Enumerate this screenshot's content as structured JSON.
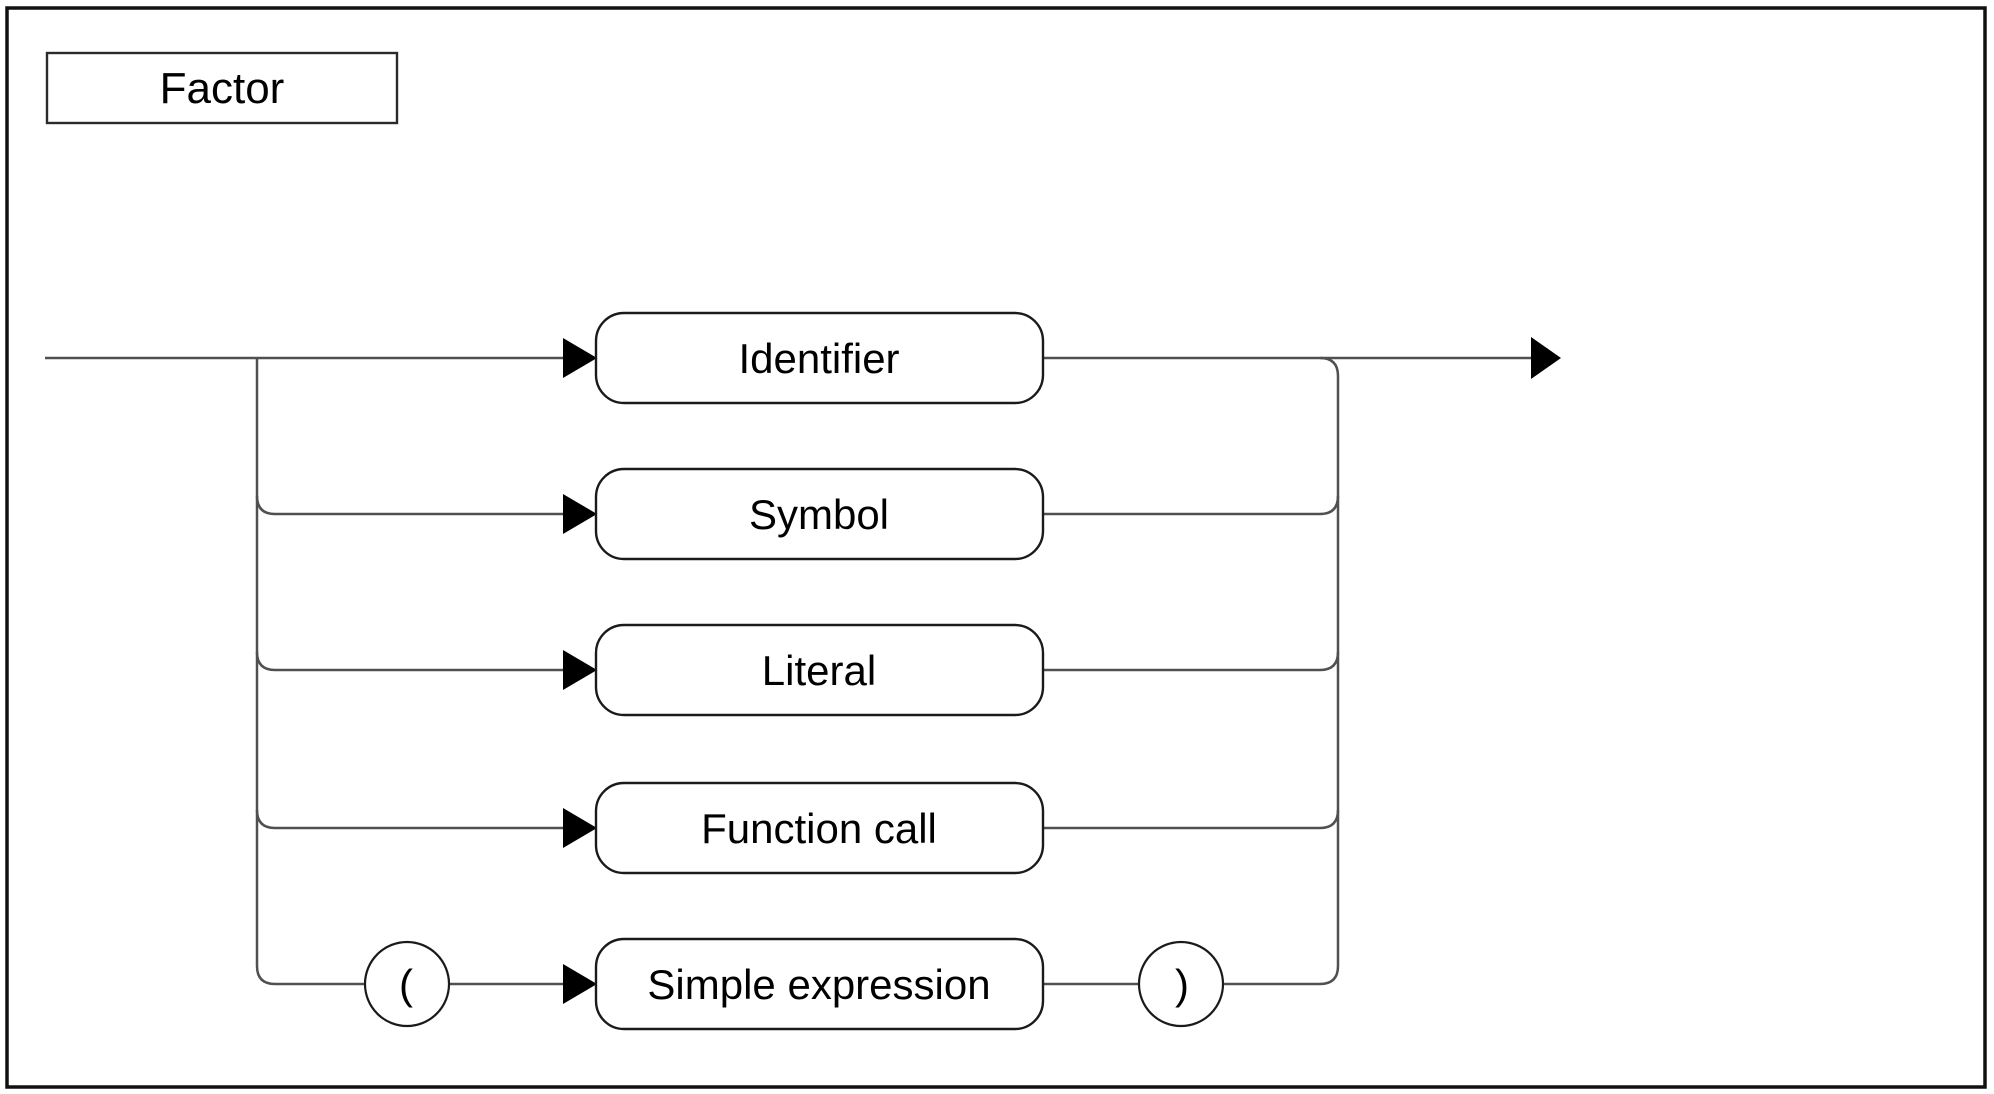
{
  "diagram": {
    "rule_name": "Factor",
    "type": "railroad-syntax-diagram",
    "branches": [
      {
        "label": "Identifier"
      },
      {
        "label": "Symbol"
      },
      {
        "label": "Literal"
      },
      {
        "label": "Function call"
      },
      {
        "label": "Simple expression",
        "open_paren": "(",
        "close_paren": ")"
      }
    ],
    "colors": {
      "background": "#ffffff",
      "route_line": "#505052",
      "node_border": "#1a1a1a",
      "arrow": "#000000",
      "text": "#000000",
      "page_border": "#111111"
    }
  }
}
